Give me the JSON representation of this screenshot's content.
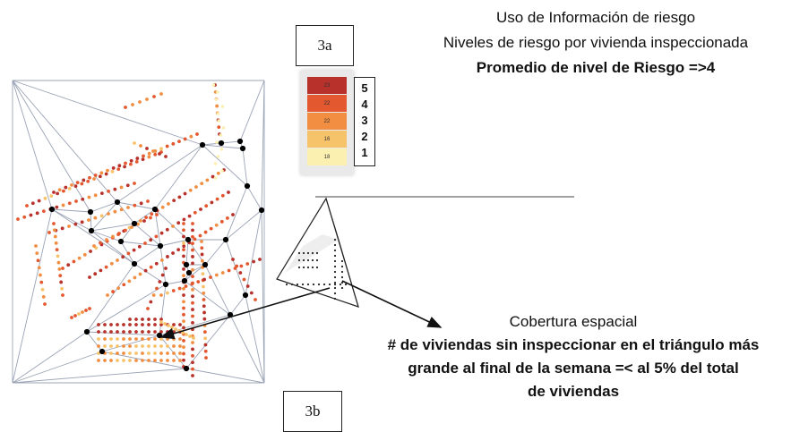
{
  "labels": {
    "fig_a": "3a",
    "fig_b": "3b"
  },
  "title": {
    "line1": "Uso de Información de riesgo",
    "line2": "Niveles de riesgo por vivienda inspeccionada",
    "line3": "Promedio de nivel de Riesgo =>4"
  },
  "legend": {
    "levels": [
      {
        "level": "5",
        "count": "23",
        "color": "#b8312a"
      },
      {
        "level": "4",
        "count": "22",
        "color": "#e3582f"
      },
      {
        "level": "3",
        "count": "22",
        "color": "#f28e42"
      },
      {
        "level": "2",
        "count": "16",
        "color": "#f7c36a"
      },
      {
        "level": "1",
        "count": "18",
        "color": "#fbf0b0"
      }
    ]
  },
  "coverage": {
    "heading": "Cobertura espacial",
    "line1": "# de viviendas sin inspeccionar en el triángulo más",
    "line2": "grande al final de la semana =< al 5% del total",
    "line3": "de viviendas"
  },
  "colors": {
    "node": "#000000",
    "mesh": "#9aa3b5",
    "arrow": "#111111"
  }
}
